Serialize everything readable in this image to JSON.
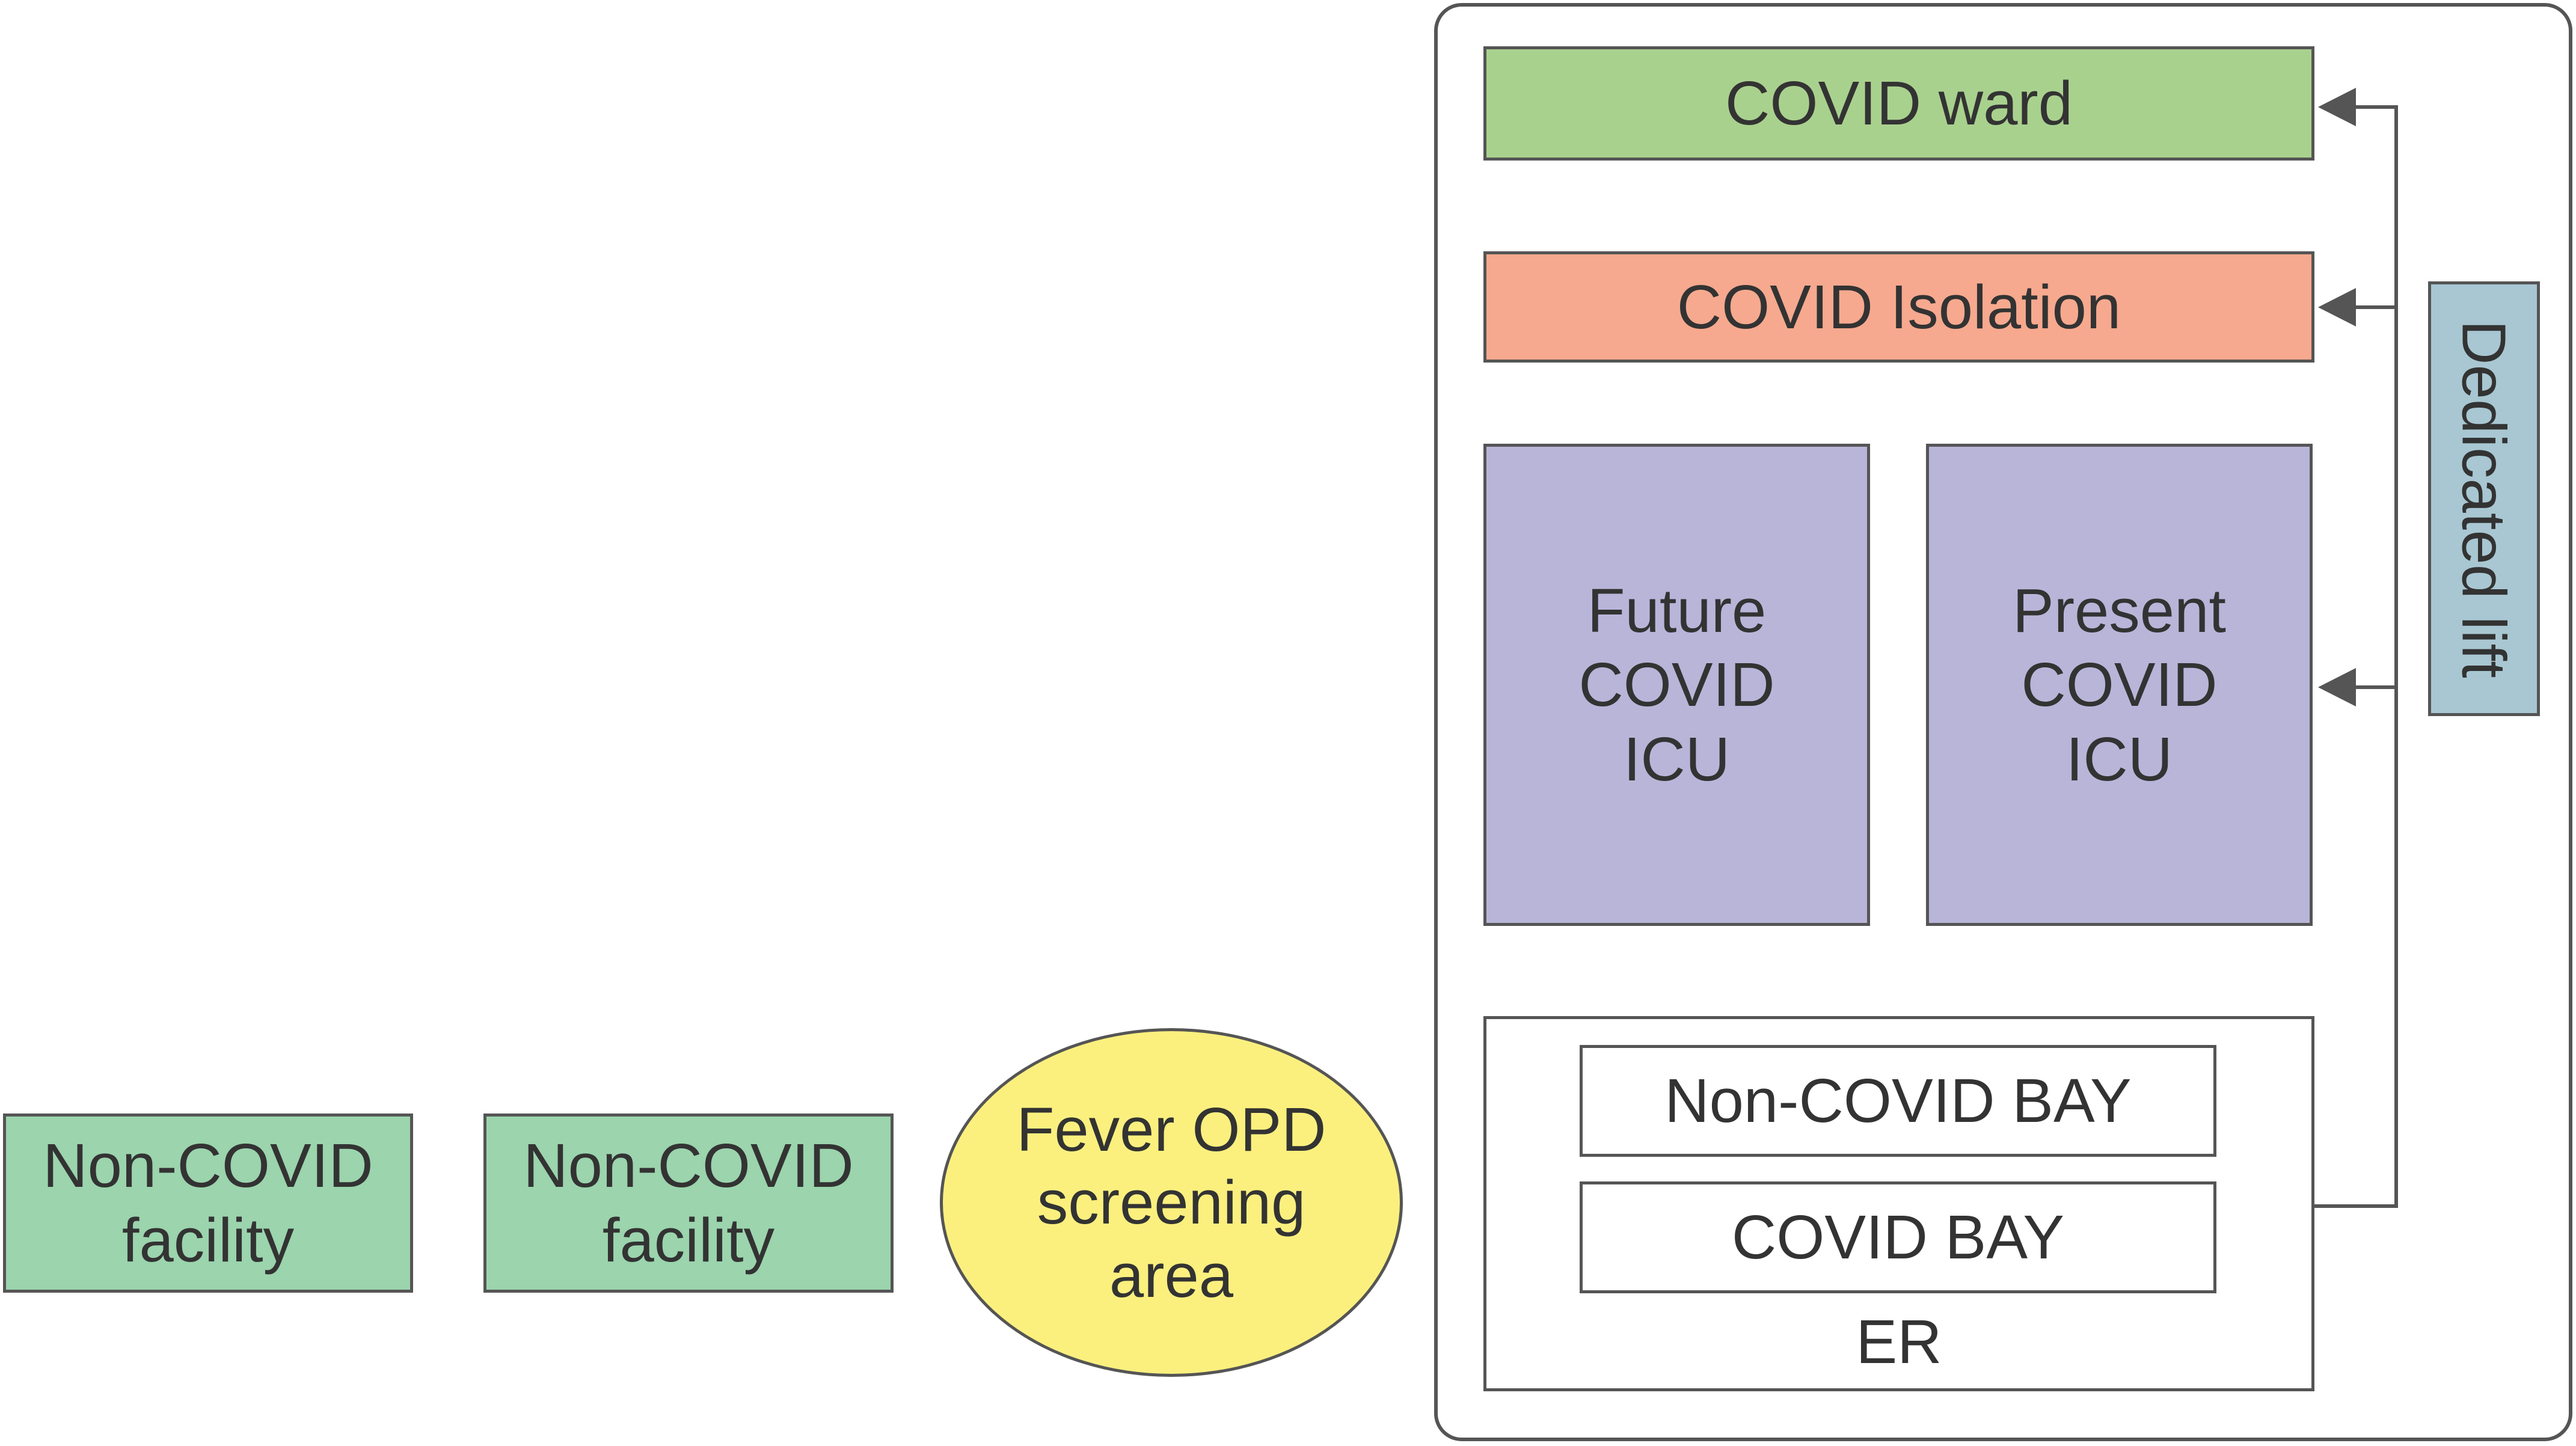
{
  "colors": {
    "covid_ward": "#a9d18e",
    "covid_isolation": "#f6a98e",
    "icu": "#b9b5d9",
    "non_covid_facility": "#9bd4ad",
    "fever_opd": "#fbf07e",
    "dedicated_lift": "#a8c7d2",
    "stroke": "#555555"
  },
  "building": {
    "covid_ward": "COVID ward",
    "covid_isolation": "COVID Isolation",
    "future_icu": {
      "line1": "Future",
      "line2": "COVID",
      "line3": "ICU"
    },
    "present_icu": {
      "line1": "Present",
      "line2": "COVID",
      "line3": "ICU"
    },
    "er": {
      "label": "ER",
      "non_covid_bay": "Non-COVID BAY",
      "covid_bay": "COVID BAY"
    },
    "dedicated_lift": "Dedicated lift"
  },
  "outside": {
    "non_covid_facility_1": {
      "line1": "Non-COVID",
      "line2": "facility"
    },
    "non_covid_facility_2": {
      "line1": "Non-COVID",
      "line2": "facility"
    },
    "fever_opd": {
      "line1": "Fever OPD",
      "line2": "screening",
      "line3": "area"
    }
  }
}
